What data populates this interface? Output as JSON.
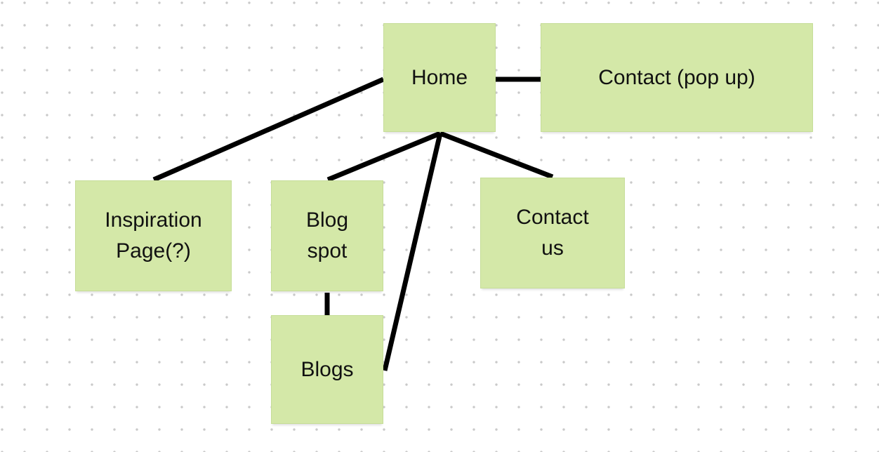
{
  "diagram": {
    "nodes": {
      "home": {
        "label": "Home"
      },
      "contact_popup": {
        "label": "Contact (pop up)"
      },
      "inspiration": {
        "label": "Inspiration Page(?)"
      },
      "blog_spot": {
        "label": "Blog spot"
      },
      "contact_us": {
        "label": "Contact us"
      },
      "blogs": {
        "label": "Blogs"
      }
    },
    "edges": [
      {
        "from": "home",
        "to": "contact_popup"
      },
      {
        "from": "home",
        "to": "inspiration"
      },
      {
        "from": "home",
        "to": "blog_spot"
      },
      {
        "from": "home",
        "to": "blogs"
      },
      {
        "from": "home",
        "to": "contact_us"
      },
      {
        "from": "blog_spot",
        "to": "blogs"
      }
    ],
    "colors": {
      "note_fill": "#d4e8a8",
      "connector": "#000000",
      "grid_dot": "#c9c9c9",
      "background": "#ffffff"
    }
  }
}
